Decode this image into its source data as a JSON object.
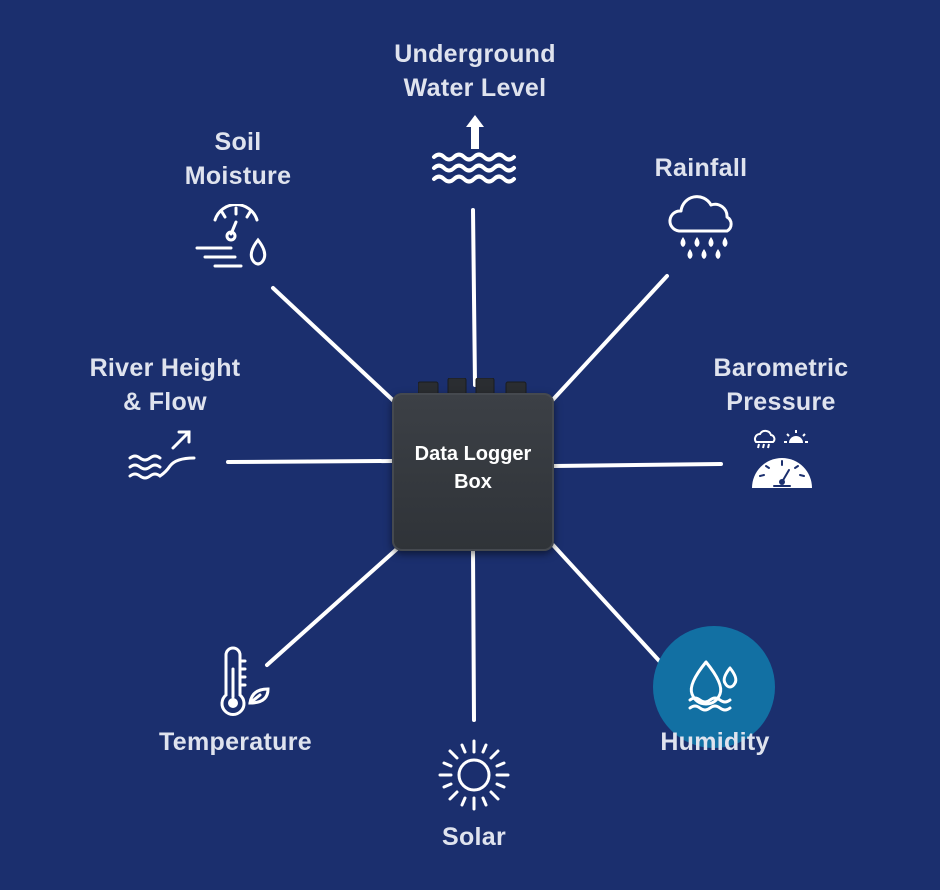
{
  "center": {
    "line1": "Data Logger",
    "line2": "Box"
  },
  "nodes": {
    "underground_water": {
      "line1": "Underground",
      "line2": "Water Level",
      "icon": "water-level-rise-icon"
    },
    "soil_moisture": {
      "line1": "Soil",
      "line2": "Moisture",
      "icon": "soil-moisture-gauge-icon"
    },
    "rainfall": {
      "line1": "Rainfall",
      "icon": "rain-cloud-icon"
    },
    "river": {
      "line1": "River Height",
      "line2": "& Flow",
      "icon": "river-flow-icon"
    },
    "barometric": {
      "line1": "Barometric",
      "line2": "Pressure",
      "icon": "barometer-gauge-icon"
    },
    "temperature": {
      "line1": "Temperature",
      "icon": "thermometer-leaf-icon"
    },
    "solar": {
      "line1": "Solar",
      "icon": "sun-icon"
    },
    "humidity": {
      "line1": "Humidity",
      "icon": "humidity-drops-icon"
    }
  },
  "colors": {
    "background": "#1b2f6e",
    "connector": "#ffffff",
    "label": "#dfe3ee",
    "highlight": "#1270a3",
    "device": "#34383d"
  }
}
